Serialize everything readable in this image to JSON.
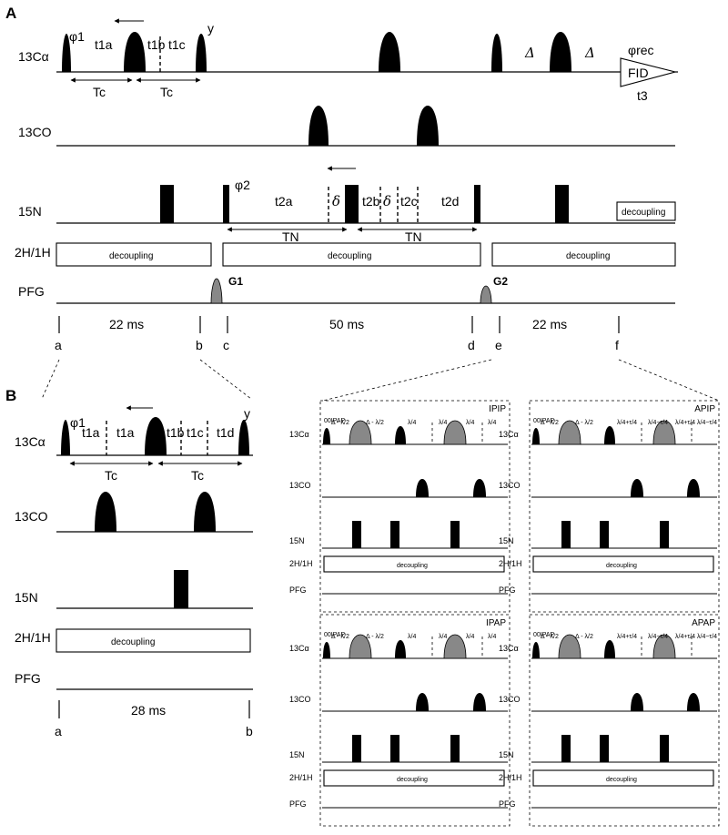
{
  "panels": {
    "A": "A",
    "B": "B"
  },
  "channels": {
    "ca": "13Cα",
    "co": "13CO",
    "n": "15N",
    "h": "2H/1H",
    "pfg": "PFG"
  },
  "panelA": {
    "phi1": "φ1",
    "t1a": "t1a",
    "t1b": "t1b",
    "t1c": "t1c",
    "y": "y",
    "tc": "Tc",
    "delta": "Δ",
    "phi_rec": "φrec",
    "fid": "FID",
    "t3": "t3",
    "phi2": "φ2",
    "t2a": "t2a",
    "t2b": "t2b",
    "t2c": "t2c",
    "t2d": "t2d",
    "small_delta": "δ",
    "tn": "TN",
    "decoupling": "decoupling",
    "g1": "G1",
    "g2": "G2",
    "time_ab": "22 ms",
    "time_cd": "50 ms",
    "time_ef": "22 ms",
    "points": [
      "a",
      "b",
      "c",
      "d",
      "e",
      "f"
    ]
  },
  "panelB": {
    "phi1": "φ1",
    "t1a": "t1a",
    "t1b": "t1b",
    "t1c": "t1c",
    "t1d": "t1d",
    "y": "y",
    "tc": "Tc",
    "decoupling": "decoupling",
    "time_ab": "28 ms",
    "points": [
      "a",
      "b"
    ]
  },
  "subpanels": [
    {
      "title": "IPIP",
      "header": "00IPAP",
      "labels": [
        "Δ - λ/2",
        "Δ - λ/2",
        "λ/4",
        "λ/4",
        "λ/4",
        "λ/4"
      ]
    },
    {
      "title": "APIP",
      "header": "00IPAP",
      "labels": [
        "Δ - λ/2",
        "Δ - λ/2",
        "λ/4+τ/4",
        "λ/4−τ/4",
        "λ/4+τ/4",
        "λ/4−τ/4"
      ]
    },
    {
      "title": "IPAP",
      "header": "00IPAP",
      "labels": [
        "Δ - λ/2",
        "Δ - λ/2",
        "λ/4",
        "λ/4",
        "λ/4",
        "λ/4"
      ]
    },
    {
      "title": "APAP",
      "header": "00IPAP",
      "labels": [
        "Δ - λ/2",
        "Δ - λ/2",
        "λ/4+τ/4",
        "λ/4−τ/4",
        "λ/4+τ/4",
        "λ/4−τ/4"
      ]
    }
  ],
  "sub_decoupling": "decoupling"
}
